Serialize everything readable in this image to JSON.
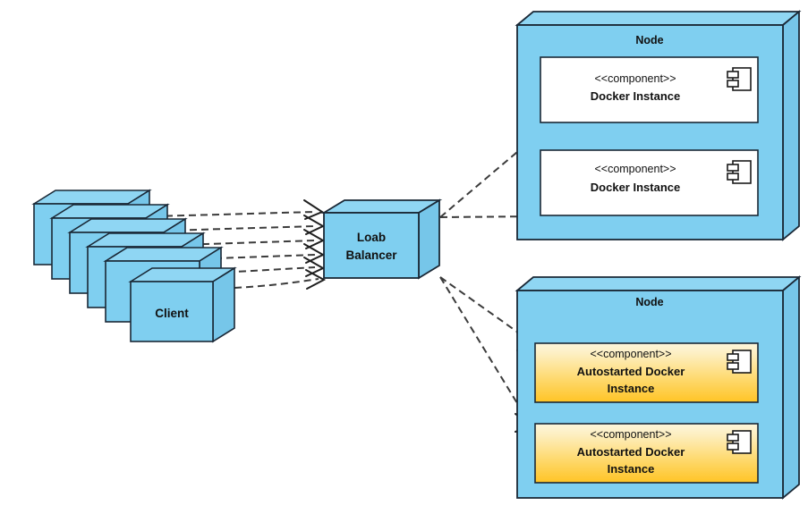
{
  "diagram": {
    "type": "uml-deployment-diagram",
    "background": "#ffffff",
    "colors": {
      "node_blue": "#7FCFF0",
      "node_blue_top": "#8FD6F3",
      "node_blue_side": "#76C6E9",
      "component_white": "#FFFFFF",
      "component_gold_top": "#FDF6DC",
      "component_gold_bottom": "#FFC425",
      "outline": "#1a2836",
      "connector": "#3b3b3b",
      "text": "#111111"
    }
  },
  "client_stack": {
    "name": "Client",
    "label": "Client",
    "count": 6
  },
  "load_balancer": {
    "name": "Loab Balancer",
    "line1": "Loab",
    "line2": "Balancer"
  },
  "nodes": [
    {
      "id": "node-top",
      "title": "Node",
      "components": [
        {
          "stereotype": "<<component>>",
          "name": "Docker Instance",
          "lines": [
            "Docker Instance"
          ],
          "style": "white",
          "icon": "component-icon"
        },
        {
          "stereotype": "<<component>>",
          "name": "Docker Instance",
          "lines": [
            "Docker Instance"
          ],
          "style": "white",
          "icon": "component-icon"
        }
      ]
    },
    {
      "id": "node-bottom",
      "title": "Node",
      "components": [
        {
          "stereotype": "<<component>>",
          "name": "Autostarted Docker Instance",
          "lines": [
            "Autostarted Docker",
            "Instance"
          ],
          "style": "gold",
          "icon": "component-icon"
        },
        {
          "stereotype": "<<component>>",
          "name": "Autostarted Docker Instance",
          "lines": [
            "Autostarted Docker",
            "Instance"
          ],
          "style": "gold",
          "icon": "component-icon"
        }
      ]
    }
  ],
  "connectors": {
    "style": "dashed",
    "arrowhead": "open-v",
    "client_to_balancer_count": 6,
    "balancer_to_top_node_count": 2,
    "balancer_to_bottom_node_count": 2
  }
}
